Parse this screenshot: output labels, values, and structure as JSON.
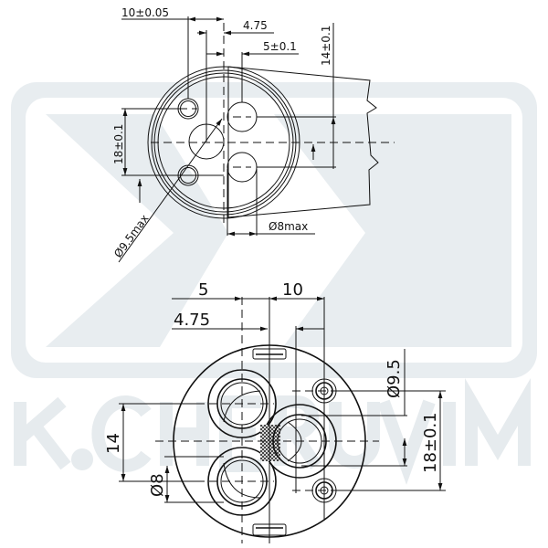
{
  "watermark": {
    "text": "K.CHERUVIM",
    "color": "#e8edf0"
  },
  "top_view": {
    "dim_spacing_small_holes": "10±0.05",
    "dim_offset_center": "4.75",
    "dim_offset_ports": "5±0.1",
    "dim_vertical_ports": "14±0.1",
    "dim_vertical_small_holes": "18±0.1",
    "dim_center_hole_diameter": "Ø9.5max",
    "dim_port_diameter": "Ø8max"
  },
  "bottom_view": {
    "dim_5": "5",
    "dim_10": "10",
    "dim_4_75": "4.75",
    "dim_14": "14",
    "dim_d8": "Ø8",
    "dim_d9_5": "Ø9.5",
    "dim_18": "18±0.1"
  },
  "colors": {
    "line": "#111111",
    "watermark": "#e8edf0"
  }
}
